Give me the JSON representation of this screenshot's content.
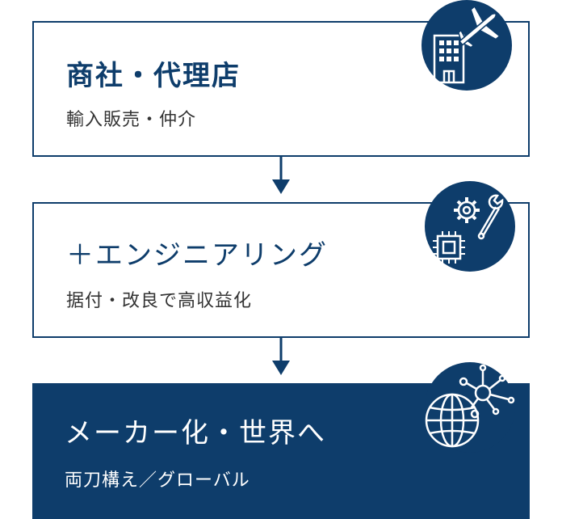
{
  "colors": {
    "primary": "#0e3d6b",
    "background": "#ffffff",
    "text": "#333333"
  },
  "steps": [
    {
      "title": "商社・代理店",
      "subtitle": "輸入販売・仲介",
      "icon": "building-airplane-icon"
    },
    {
      "title": "＋エンジニアリング",
      "subtitle": "据付・改良で高収益化",
      "icon": "gear-wrench-chip-icon"
    },
    {
      "title": "メーカー化・世界へ",
      "subtitle": "両刀構え／グローバル",
      "icon": "globe-network-icon"
    }
  ]
}
